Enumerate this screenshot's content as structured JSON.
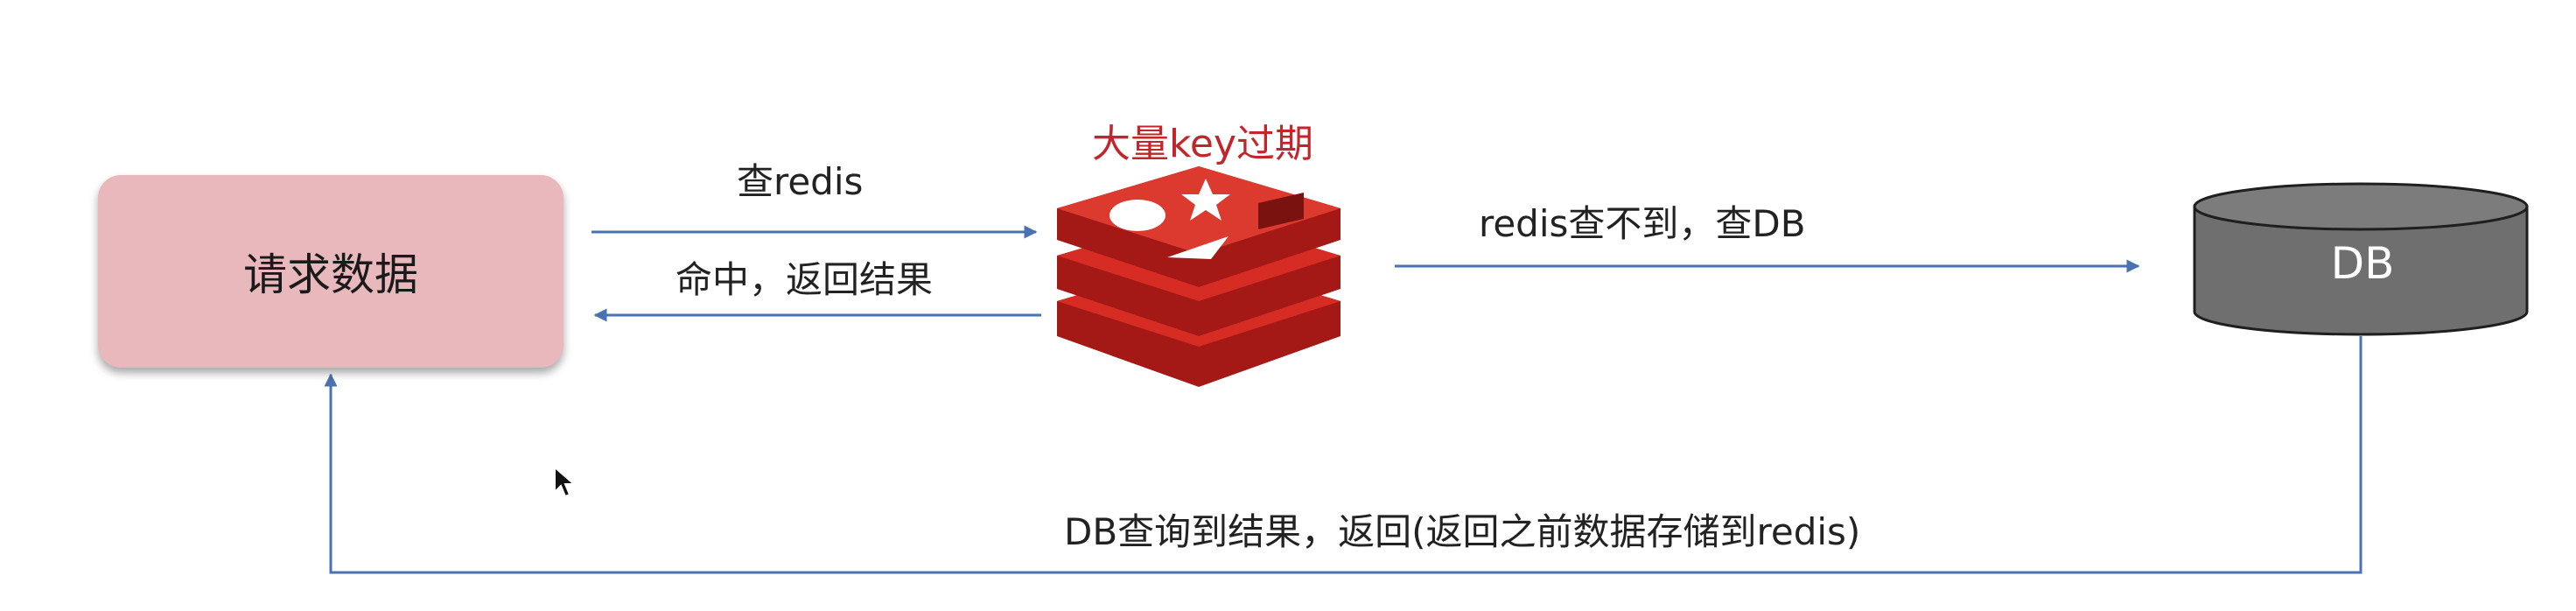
{
  "request_box": {
    "label": "请求数据"
  },
  "query_redis": {
    "label": "查redis"
  },
  "hit_return": {
    "label": "命中，返回结果"
  },
  "expire_note": {
    "label": "大量key过期"
  },
  "miss_query_db": {
    "label": "redis查不到，查DB"
  },
  "db": {
    "label": "DB"
  },
  "db_return": {
    "label": "DB查询到结果，返回(返回之前数据存储到redis)"
  },
  "colors": {
    "arrow": "#4a72b0",
    "request_box": "#e8b8bd",
    "redis_red": "#c8201b",
    "expire_text": "#c2262b",
    "db_gray": "#6f6f6f"
  },
  "icons": [
    "redis-logo-icon",
    "database-cylinder-icon",
    "mouse-cursor-icon"
  ]
}
